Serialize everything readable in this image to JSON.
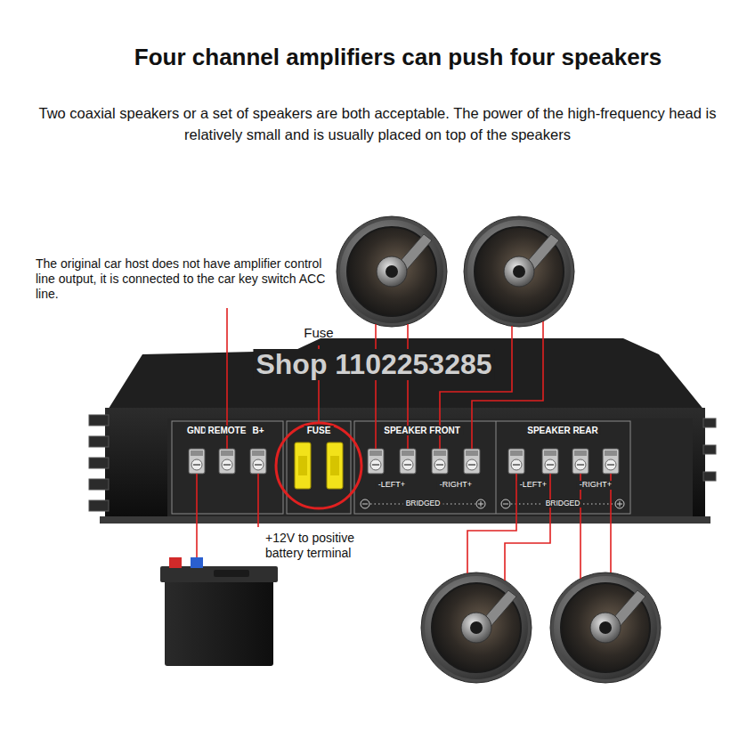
{
  "diagram": {
    "title": "Four channel amplifiers can push four speakers",
    "labels": [
      "Two coaxial speakers or a set of speakers are both acceptable. The power of the high-frequency head is relatively small and is usually placed on top of the speakers",
      "The original car host does not have amplifier control line output, it is connected to the car key switch ACC line.",
      "Fuse",
      "+12V to positive battery terminal",
      "Shop 1102253285",
      "GND",
      "REMOTE",
      "B+",
      "FUSE",
      "SPEAKER FRONT",
      "SPEAKER REAR",
      "-LEFT+",
      "-RIGHT+",
      "-LEFT+",
      "-RIGHT+",
      "BRIDGED",
      "BRIDGED"
    ]
  }
}
